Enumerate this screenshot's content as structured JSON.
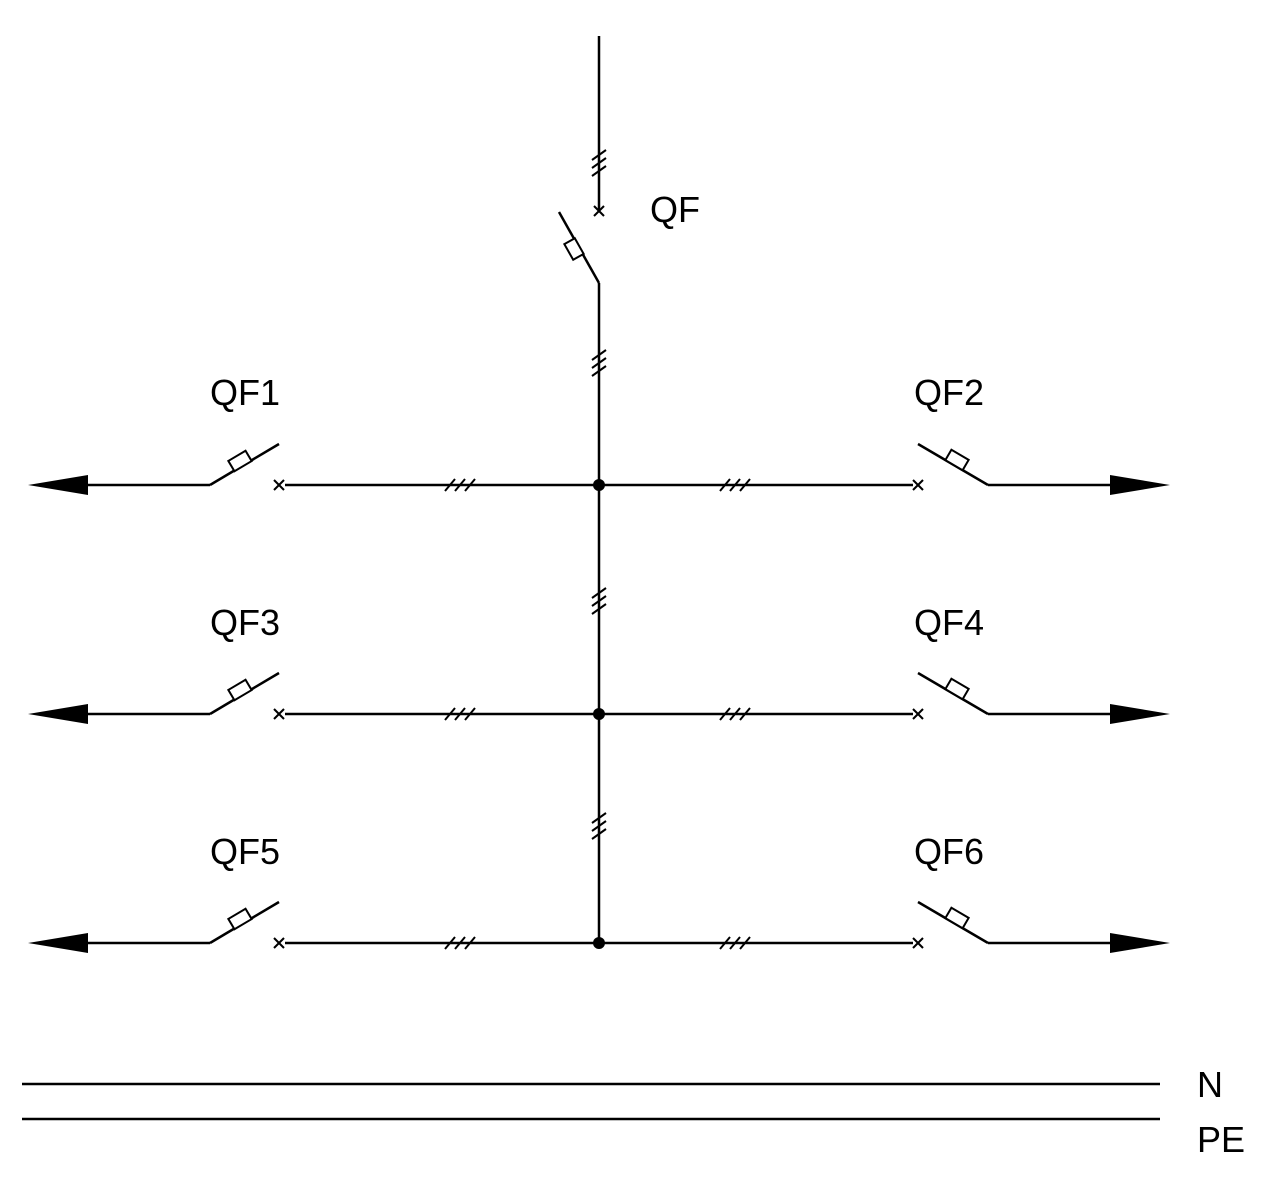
{
  "diagram": {
    "main_breaker": {
      "label": "QF"
    },
    "branch_breakers": [
      {
        "label": "QF1",
        "side": "left"
      },
      {
        "label": "QF2",
        "side": "right"
      },
      {
        "label": "QF3",
        "side": "left"
      },
      {
        "label": "QF4",
        "side": "right"
      },
      {
        "label": "QF5",
        "side": "left"
      },
      {
        "label": "QF6",
        "side": "right"
      }
    ],
    "conductors": [
      {
        "label": "N"
      },
      {
        "label": "PE"
      }
    ]
  },
  "colors": {
    "line": "#000000",
    "background": "#ffffff"
  }
}
